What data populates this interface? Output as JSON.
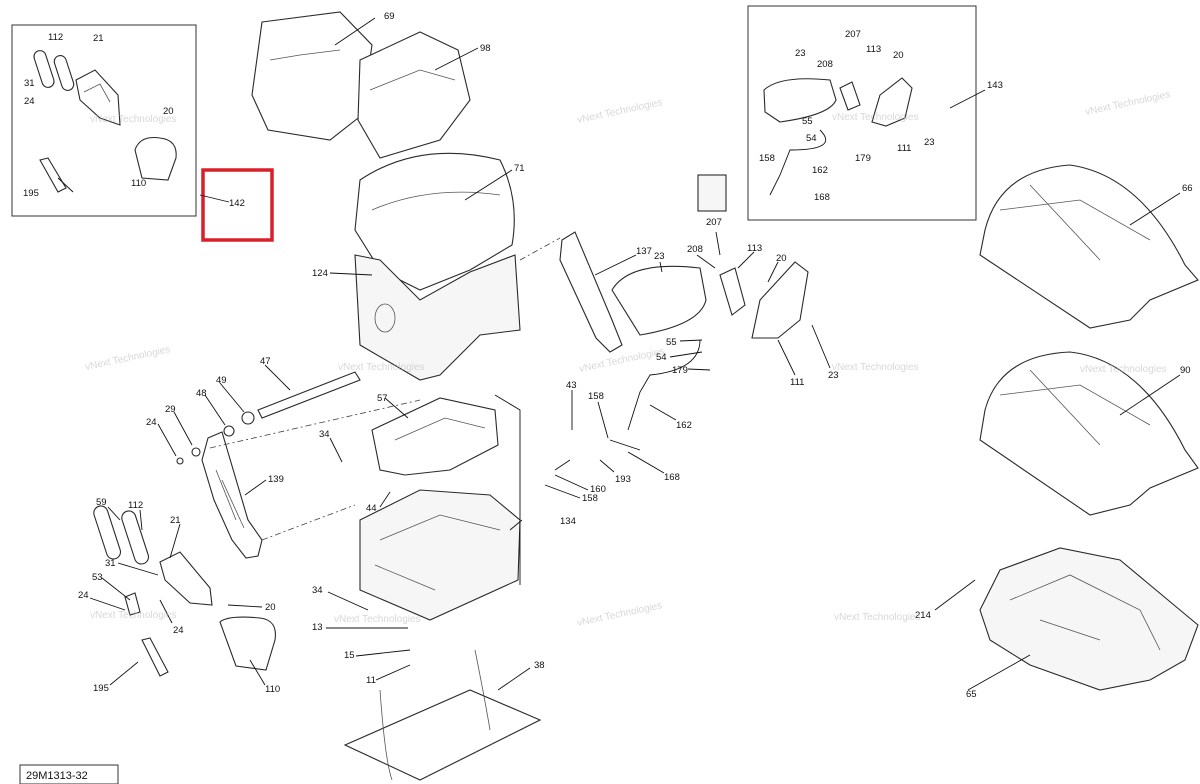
{
  "diagram": {
    "reference_code": "29M1313-32",
    "watermark": "vNext Technologies",
    "highlight_color": "#d9202a",
    "highlighted_part": "142",
    "callouts": [
      {
        "id": "c69",
        "label": "69"
      },
      {
        "id": "c98",
        "label": "98"
      },
      {
        "id": "c71",
        "label": "71"
      },
      {
        "id": "c124",
        "label": "124"
      },
      {
        "id": "c47",
        "label": "47"
      },
      {
        "id": "c48",
        "label": "48"
      },
      {
        "id": "c49",
        "label": "49"
      },
      {
        "id": "c29",
        "label": "29"
      },
      {
        "id": "c24a",
        "label": "24"
      },
      {
        "id": "c139",
        "label": "139"
      },
      {
        "id": "c57",
        "label": "57"
      },
      {
        "id": "c34a",
        "label": "34"
      },
      {
        "id": "c44",
        "label": "44"
      },
      {
        "id": "c134",
        "label": "134"
      },
      {
        "id": "c59",
        "label": "59"
      },
      {
        "id": "c112a",
        "label": "112"
      },
      {
        "id": "c21a",
        "label": "21"
      },
      {
        "id": "c31a",
        "label": "31"
      },
      {
        "id": "c53",
        "label": "53"
      },
      {
        "id": "c24b",
        "label": "24"
      },
      {
        "id": "c24c",
        "label": "24"
      },
      {
        "id": "c20a",
        "label": "20"
      },
      {
        "id": "c110a",
        "label": "110"
      },
      {
        "id": "c195a",
        "label": "195"
      },
      {
        "id": "c34b",
        "label": "34"
      },
      {
        "id": "c13",
        "label": "13"
      },
      {
        "id": "c15",
        "label": "15"
      },
      {
        "id": "c11",
        "label": "11"
      },
      {
        "id": "c38",
        "label": "38"
      },
      {
        "id": "c137",
        "label": "137"
      },
      {
        "id": "c23a",
        "label": "23"
      },
      {
        "id": "c208a",
        "label": "208"
      },
      {
        "id": "c113a",
        "label": "113"
      },
      {
        "id": "c20b",
        "label": "20"
      },
      {
        "id": "c207a",
        "label": "207"
      },
      {
        "id": "c55a",
        "label": "55"
      },
      {
        "id": "c54a",
        "label": "54"
      },
      {
        "id": "c179a",
        "label": "179"
      },
      {
        "id": "c111a",
        "label": "111"
      },
      {
        "id": "c23b",
        "label": "23"
      },
      {
        "id": "c43",
        "label": "43"
      },
      {
        "id": "c158a",
        "label": "158"
      },
      {
        "id": "c162a",
        "label": "162"
      },
      {
        "id": "c193",
        "label": "193"
      },
      {
        "id": "c168a",
        "label": "168"
      },
      {
        "id": "c160",
        "label": "160"
      },
      {
        "id": "c158b",
        "label": "158"
      },
      {
        "id": "c66",
        "label": "66"
      },
      {
        "id": "c90",
        "label": "90"
      },
      {
        "id": "c214",
        "label": "214"
      },
      {
        "id": "c65",
        "label": "65"
      },
      {
        "id": "c143",
        "label": "143"
      },
      {
        "id": "c207b",
        "label": "207"
      },
      {
        "id": "c23c",
        "label": "23"
      },
      {
        "id": "c113b",
        "label": "113"
      },
      {
        "id": "c208b",
        "label": "208"
      },
      {
        "id": "c20c",
        "label": "20"
      },
      {
        "id": "c55b",
        "label": "55"
      },
      {
        "id": "c54b",
        "label": "54"
      },
      {
        "id": "c179b",
        "label": "179"
      },
      {
        "id": "c111b",
        "label": "111"
      },
      {
        "id": "c23d",
        "label": "23"
      },
      {
        "id": "c158c",
        "label": "158"
      },
      {
        "id": "c162b",
        "label": "162"
      },
      {
        "id": "c168b",
        "label": "168"
      },
      {
        "id": "c112b",
        "label": "112"
      },
      {
        "id": "c21b",
        "label": "21"
      },
      {
        "id": "c31b",
        "label": "31"
      },
      {
        "id": "c24d",
        "label": "24"
      },
      {
        "id": "c20d",
        "label": "20"
      },
      {
        "id": "c110b",
        "label": "110"
      },
      {
        "id": "c195b",
        "label": "195"
      },
      {
        "id": "c142",
        "label": "142"
      }
    ]
  }
}
